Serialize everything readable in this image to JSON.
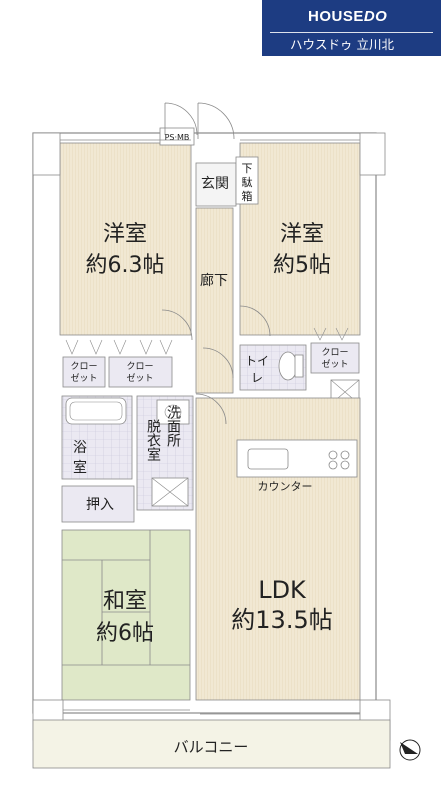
{
  "brand": {
    "logo_part1": "HOUSE",
    "logo_part2": "DO",
    "branch": "ハウスドゥ 立川北",
    "bg_color": "#1d3c82"
  },
  "rooms": {
    "western1": {
      "name": "洋室",
      "size": "約6.3帖"
    },
    "western2": {
      "name": "洋室",
      "size": "約5帖"
    },
    "corridor": "廊下",
    "entrance": "玄関",
    "shoe_box": {
      "line1": "下",
      "line2": "駄",
      "line3": "箱"
    },
    "ps_mb": "PS·MB",
    "closet1": {
      "line1": "クロー",
      "line2": "ゼット"
    },
    "closet2": {
      "line1": "クロー",
      "line2": "ゼット"
    },
    "closet3": {
      "line1": "クロー",
      "line2": "ゼット"
    },
    "toilet": {
      "line1": "トイ",
      "line2": "レ"
    },
    "bath": {
      "line1": "浴",
      "line2": "室"
    },
    "dressing": {
      "col1": "脱衣室",
      "col2": "洗面所"
    },
    "counter": "カウンター",
    "storage": "押入",
    "japanese": {
      "name": "和室",
      "size": "約6帖"
    },
    "ldk": {
      "name": "LDK",
      "size": "約13.5帖"
    },
    "balcony": "バルコニー"
  },
  "colors": {
    "western_floor": "#f1e8d3",
    "japanese_floor": "#dfe8c8",
    "wet_floor": "#ebe9f2",
    "corridor_floor": "#f1e8d3",
    "balcony_floor": "#f4f3e6",
    "wall": "#ffffff",
    "wall_outline": "#8a8a8a"
  }
}
